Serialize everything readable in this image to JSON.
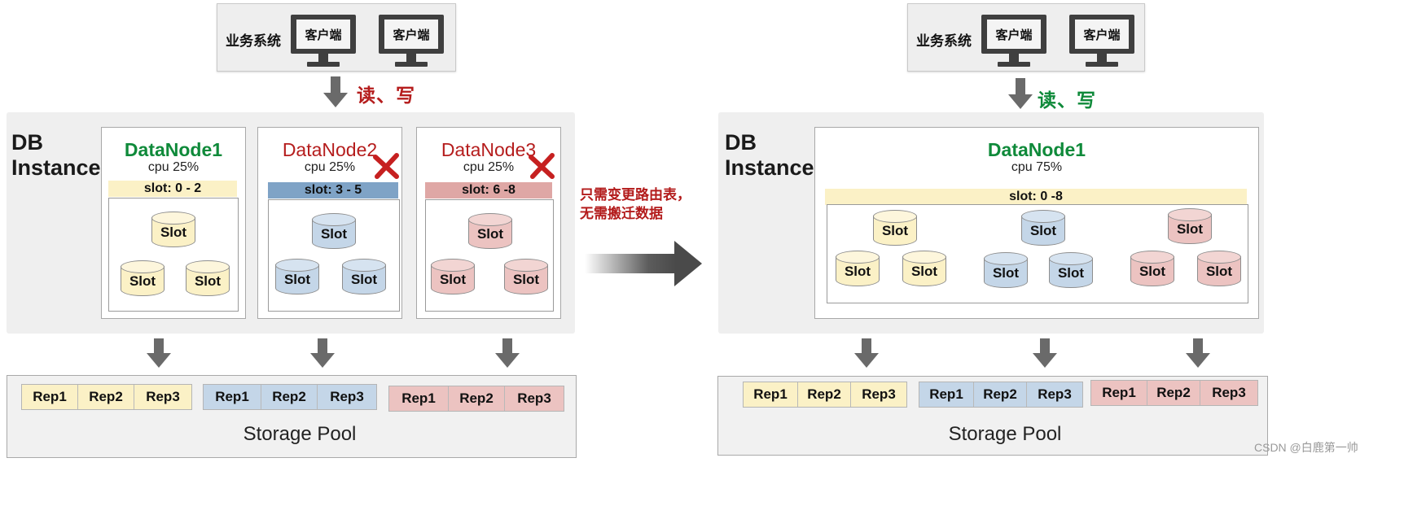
{
  "colors": {
    "green": "#0f8a3a",
    "red": "#b51d1d",
    "yellow_fill": "#fbf1c6",
    "blue_fill": "#c4d6e8",
    "blue_bar": "#7fa3c6",
    "pink_fill": "#ecc3c1",
    "pink_bar": "#dfa7a5",
    "arrow_gray": "#6a6a6a"
  },
  "before": {
    "business_system_label": "业务系统",
    "clients": [
      "客户端",
      "客户端"
    ],
    "rw_label": "读、写",
    "db_instance_label_line1": "DB",
    "db_instance_label_line2": "Instance",
    "nodes": [
      {
        "name": "DataNode1",
        "cpu": "cpu 25%",
        "slot_range": "slot: 0 - 2",
        "failed": false,
        "theme": "yellow"
      },
      {
        "name": "DataNode2",
        "cpu": "cpu 25%",
        "slot_range": "slot: 3 - 5",
        "failed": true,
        "theme": "blue"
      },
      {
        "name": "DataNode3",
        "cpu": "cpu 25%",
        "slot_range": "slot: 6 -8",
        "failed": true,
        "theme": "pink"
      }
    ],
    "slot_label": "Slot",
    "storage_label": "Storage Pool",
    "rep_groups": [
      {
        "theme": "yellow",
        "reps": [
          "Rep1",
          "Rep2",
          "Rep3"
        ]
      },
      {
        "theme": "blue",
        "reps": [
          "Rep1",
          "Rep2",
          "Rep3"
        ]
      },
      {
        "theme": "pink",
        "reps": [
          "Rep1",
          "Rep2",
          "Rep3"
        ]
      }
    ]
  },
  "transition_note_line1": "只需变更路由表，",
  "transition_note_line2": "无需搬迁数据",
  "after": {
    "business_system_label": "业务系统",
    "clients": [
      "客户端",
      "客户端"
    ],
    "rw_label": "读、写",
    "db_instance_label_line1": "DB",
    "db_instance_label_line2": "Instance",
    "node": {
      "name": "DataNode1",
      "cpu": "cpu 75%",
      "slot_range": "slot: 0 -8"
    },
    "slot_label": "Slot",
    "storage_label": "Storage Pool",
    "rep_groups": [
      {
        "theme": "yellow",
        "reps": [
          "Rep1",
          "Rep2",
          "Rep3"
        ]
      },
      {
        "theme": "blue",
        "reps": [
          "Rep1",
          "Rep2",
          "Rep3"
        ]
      },
      {
        "theme": "pink",
        "reps": [
          "Rep1",
          "Rep2",
          "Rep3"
        ]
      }
    ]
  },
  "watermark": "CSDN @白鹿第一帅"
}
